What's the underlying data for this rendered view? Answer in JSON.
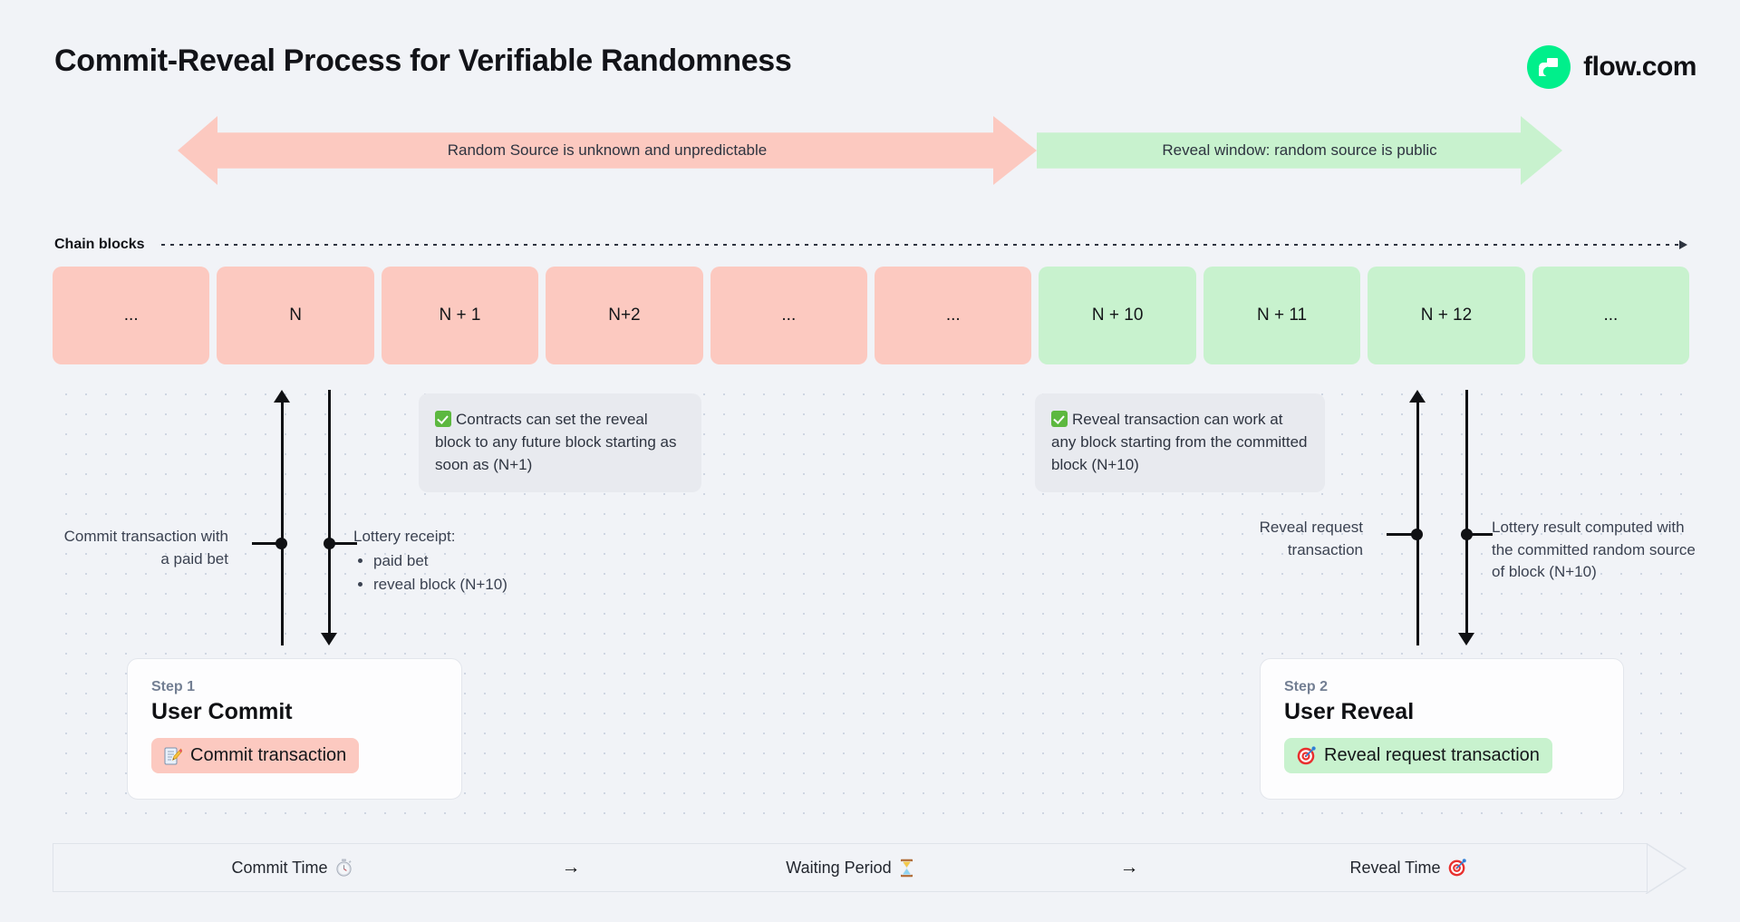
{
  "header": {
    "title": "Commit-Reveal Process for Verifiable Randomness",
    "logo_text": "flow.com",
    "logo_icon": "flow-logo-icon",
    "logo_color": "#00ef8b"
  },
  "banners": [
    {
      "label": "Random Source is unknown and unpredictable",
      "color": "#fcc9c0",
      "direction": "double"
    },
    {
      "label": "Reveal window: random source is public",
      "color": "#c8f2ce",
      "direction": "right"
    }
  ],
  "chain": {
    "label": "Chain blocks",
    "blocks": [
      {
        "label": "...",
        "state": "red"
      },
      {
        "label": "N",
        "state": "red"
      },
      {
        "label": "N + 1",
        "state": "red"
      },
      {
        "label": "N+2",
        "state": "red"
      },
      {
        "label": "...",
        "state": "red"
      },
      {
        "label": "...",
        "state": "red"
      },
      {
        "label": "N + 10",
        "state": "green"
      },
      {
        "label": "N + 11",
        "state": "green"
      },
      {
        "label": "N + 12",
        "state": "green"
      },
      {
        "label": "...",
        "state": "green"
      }
    ],
    "colors": {
      "red": "#fcc9c0",
      "green": "#c8f2ce"
    }
  },
  "callouts": [
    {
      "icon": "check-mark-button-emoji",
      "text": "Contracts can set the reveal block to any future block starting as soon as (N+1)"
    },
    {
      "icon": "check-mark-button-emoji",
      "text": "Reveal transaction can work at any block starting from the committed block (N+10)"
    }
  ],
  "annotations": {
    "commit": "Commit transaction with a paid bet",
    "receipt_lead": "Lottery receipt:",
    "receipt_items": [
      "paid bet",
      "reveal block (N+10)"
    ],
    "reveal_request": "Reveal request transaction",
    "lottery_result": "Lottery result computed with the committed random source of block (N+10)"
  },
  "steps": [
    {
      "eyebrow": "Step 1",
      "title": "User Commit",
      "pill_label": "Commit transaction",
      "pill_icon": "memo-emoji",
      "pill_color": "#fcc9c0"
    },
    {
      "eyebrow": "Step 2",
      "title": "User Reveal",
      "pill_label": "Reveal request transaction",
      "pill_icon": "direct-hit-emoji",
      "pill_color": "#c8f2ce"
    }
  ],
  "timeline": {
    "phases": [
      {
        "label": "Commit Time",
        "icon": "stopwatch-emoji"
      },
      {
        "label": "Waiting Period",
        "icon": "hourglass-emoji"
      },
      {
        "label": "Reveal Time",
        "icon": "direct-hit-emoji"
      }
    ],
    "separator": "→"
  }
}
